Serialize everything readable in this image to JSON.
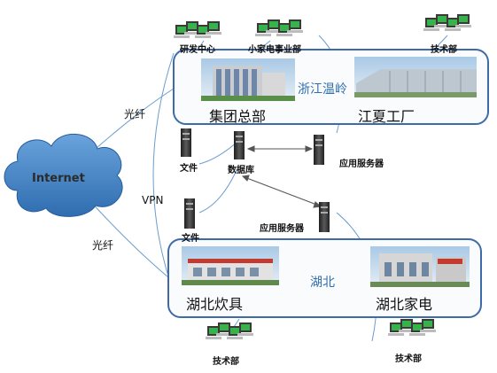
{
  "internet": {
    "label": "Internet"
  },
  "links": {
    "fiber_top": "光纤",
    "fiber_bottom": "光纤",
    "vpn": "VPN"
  },
  "zhejiang": {
    "region": "浙江温岭",
    "sites": {
      "hq": "集团总部",
      "jiangxia": "江夏工厂"
    },
    "workstations": {
      "rd": "研发中心",
      "appliance": "小家电事业部",
      "tech": "技术部"
    }
  },
  "servers": {
    "file_top": "文件",
    "database": "数据库",
    "app_top": "应用服务器",
    "file_bottom": "文件",
    "app_bottom": "应用服务器"
  },
  "hubei": {
    "region": "湖北",
    "sites": {
      "cookware": "湖北炊具",
      "appliance": "湖北家电"
    },
    "workstations": {
      "tech_left": "技术部",
      "tech_right": "技术部"
    }
  },
  "colors": {
    "cloud": "#3a78bf",
    "box_border": "#3d6aa8",
    "line": "#6a9ccf",
    "screen": "#38b24a"
  }
}
